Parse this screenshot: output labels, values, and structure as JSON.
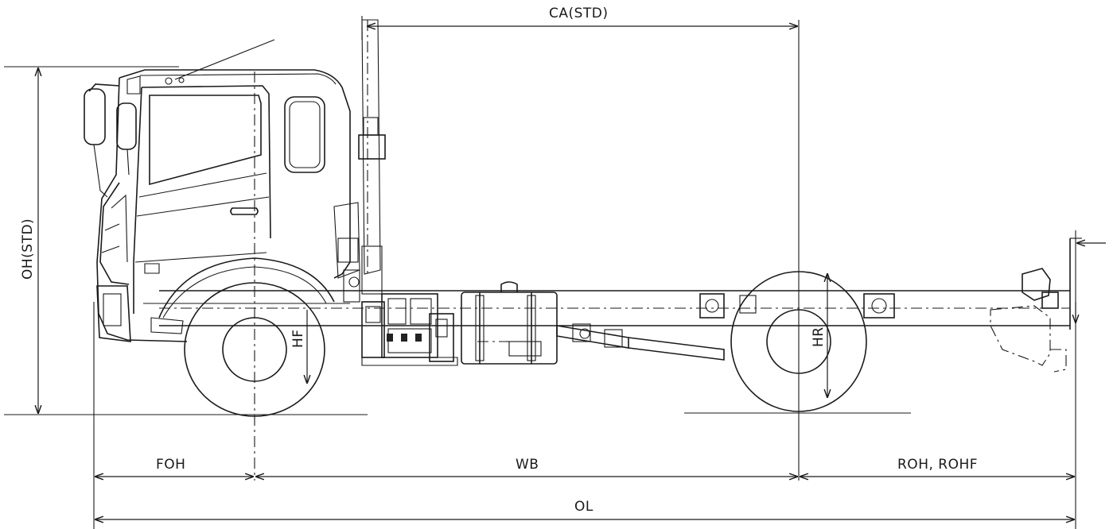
{
  "dimensions": {
    "ca": "CA(STD)",
    "oh": "OH(STD)",
    "hf": "HF",
    "hr": "HR",
    "foh": "FOH",
    "wb": "WB",
    "roh": "ROH, ROHF",
    "ol": "OL"
  }
}
